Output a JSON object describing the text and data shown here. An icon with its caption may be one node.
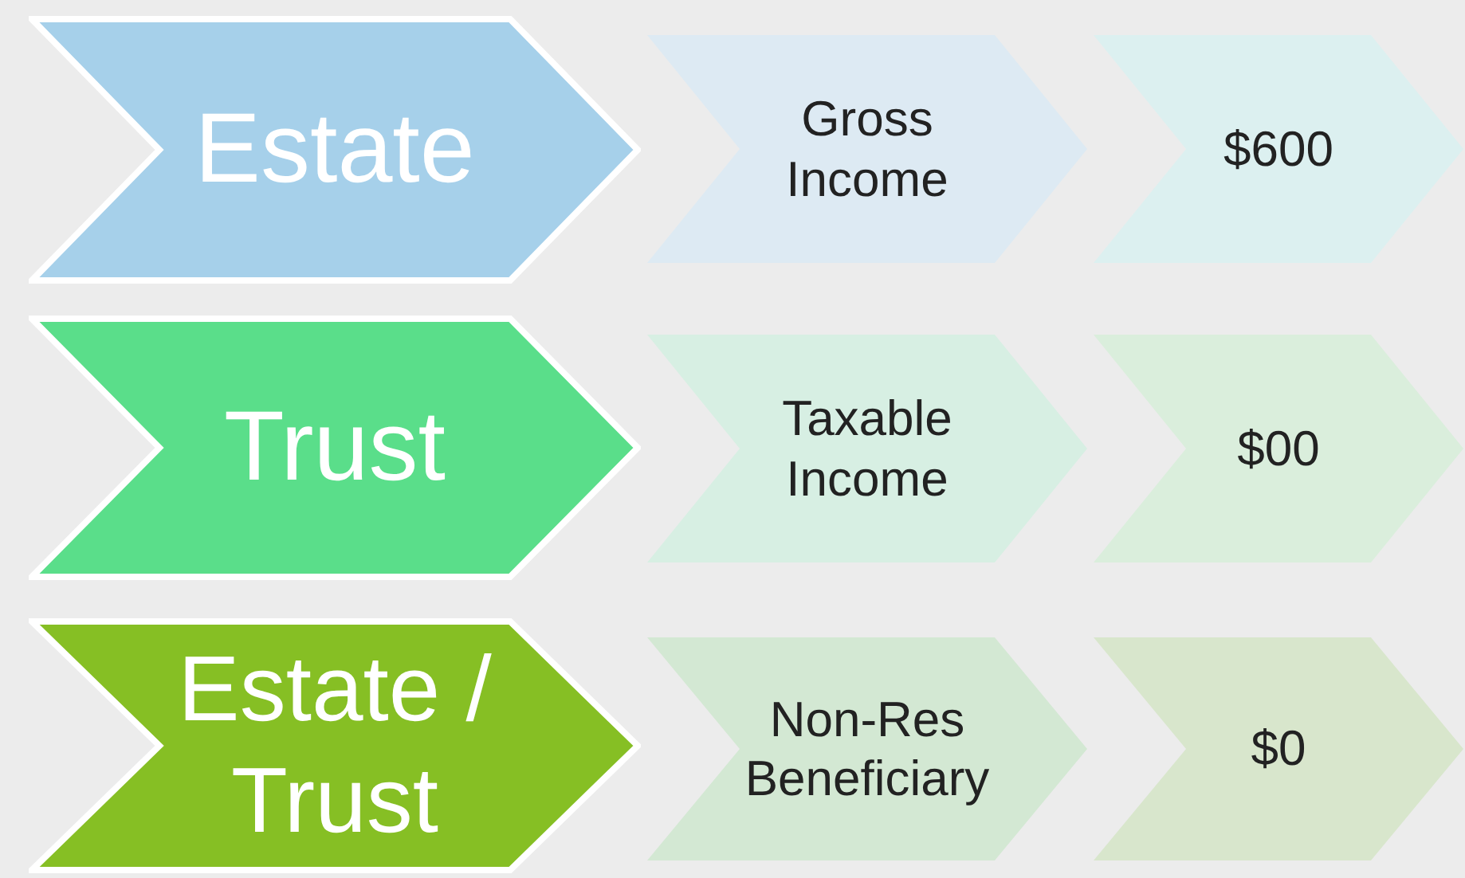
{
  "diagram": {
    "nodes": [
      {
        "text": [
          "Estate"
        ]
      },
      {
        "text": [
          "Gross Income"
        ]
      },
      {
        "text": [
          "$600"
        ]
      },
      {
        "text": [
          "Trust"
        ]
      },
      {
        "text": [
          "Taxable Income"
        ]
      },
      {
        "text": [
          "$00"
        ]
      },
      {
        "text": [
          "Estate / Trust"
        ]
      },
      {
        "text": [
          "Non-Res Beneficiary"
        ]
      },
      {
        "text": [
          "$0"
        ]
      }
    ]
  }
}
